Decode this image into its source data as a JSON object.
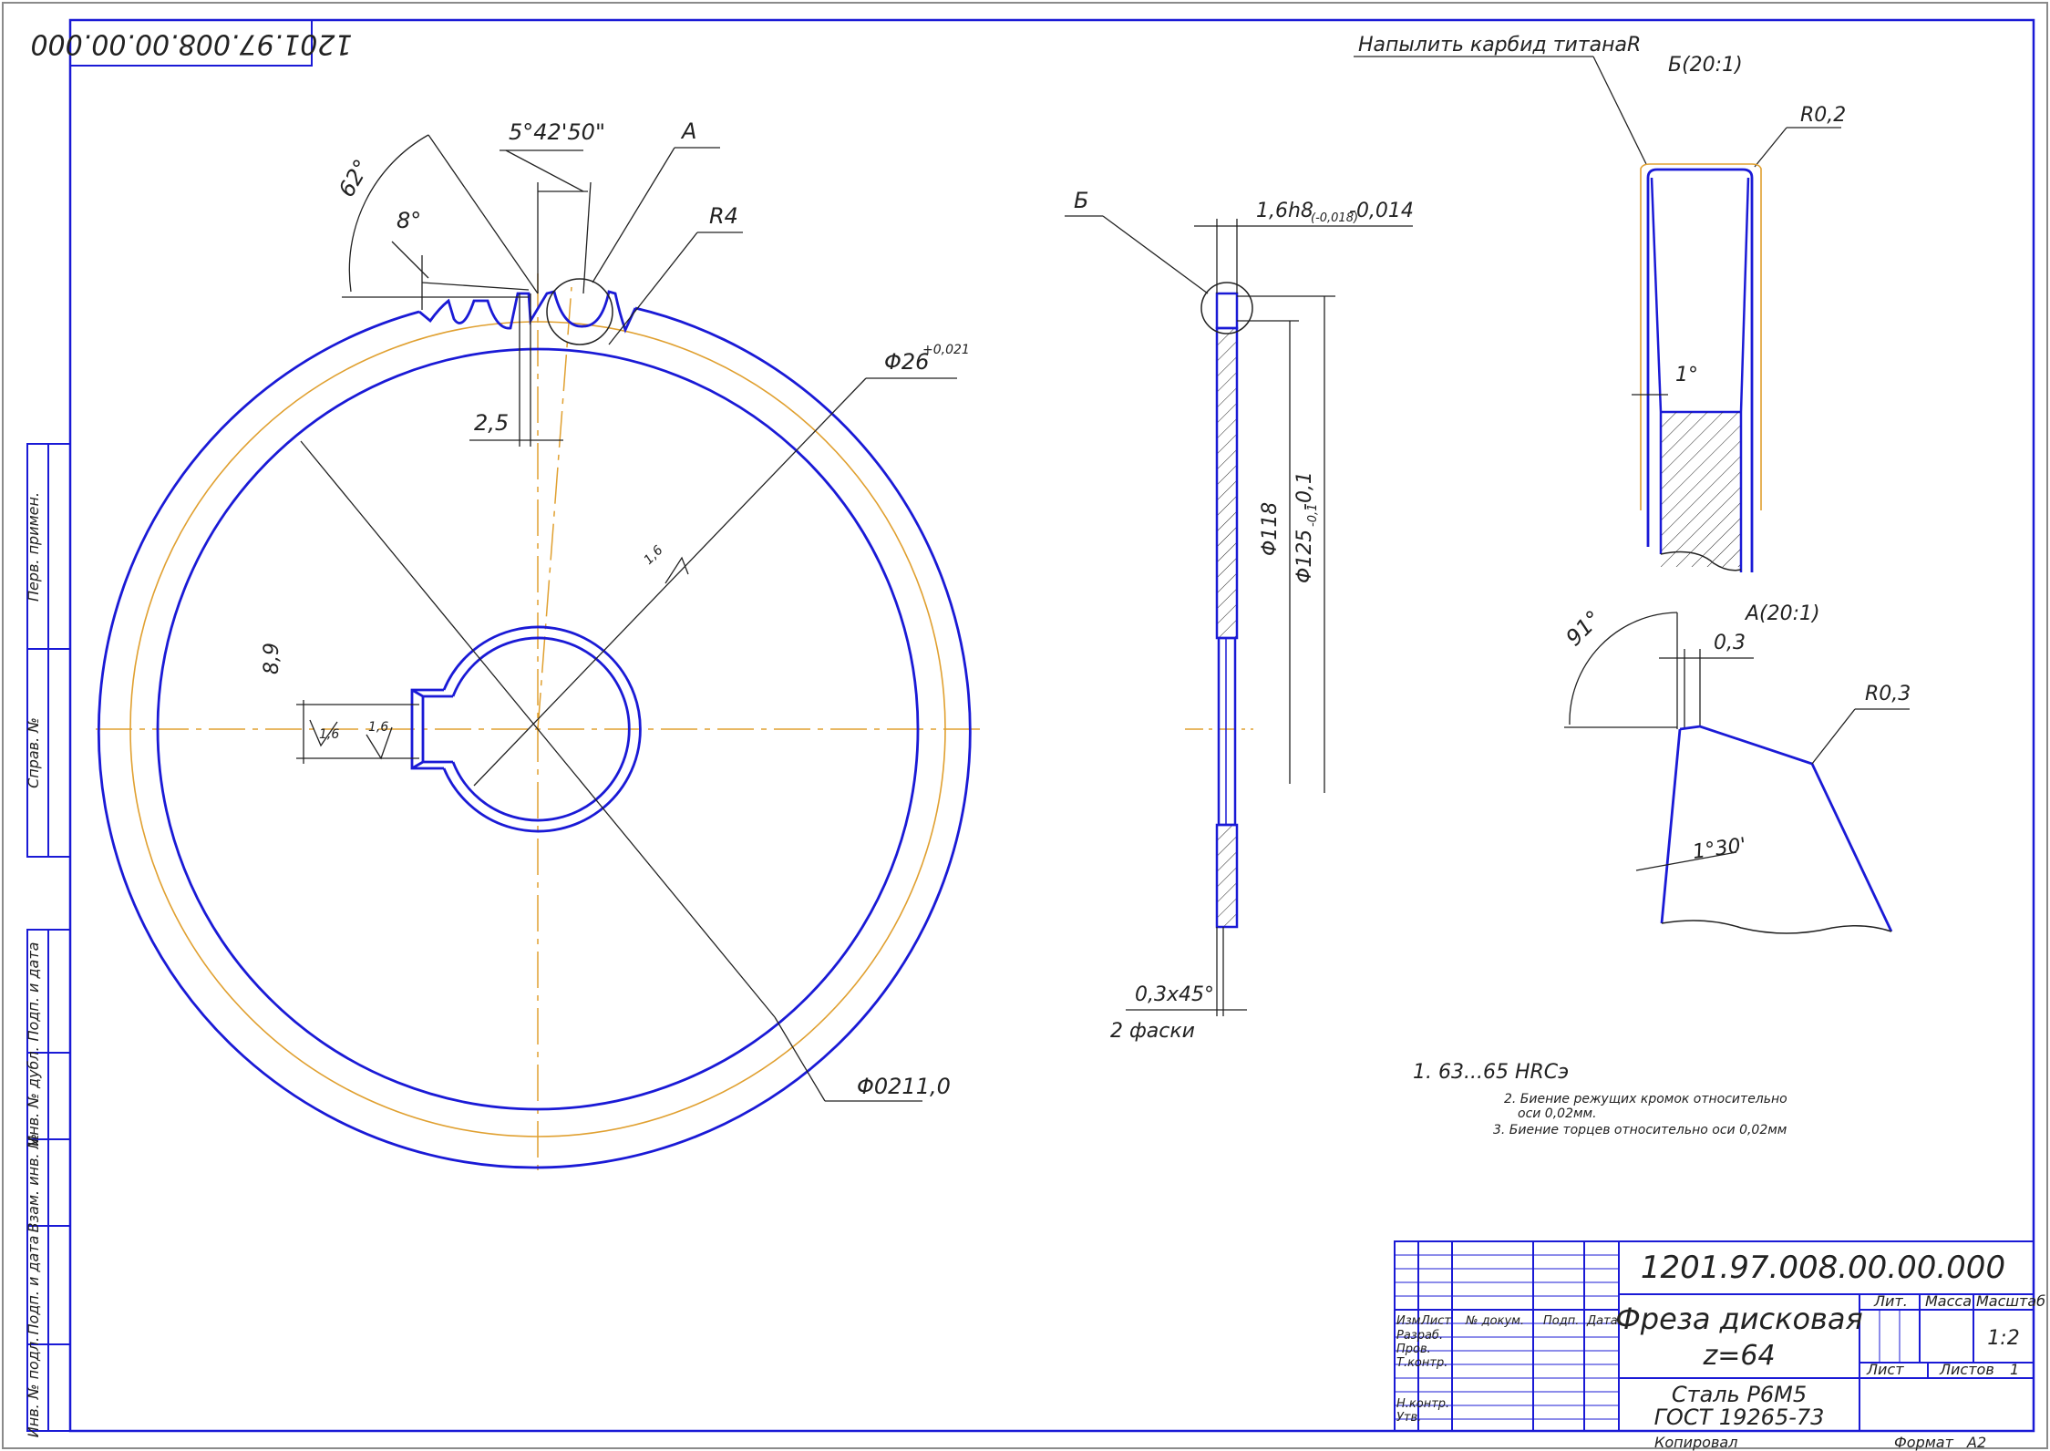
{
  "colors": {
    "outline": "#1a1ad6",
    "axis": "#e0a030",
    "dim": "#222222",
    "frame": "#1a1ad6"
  },
  "corner_code": "1201.97.008.00.00.000",
  "side_labels": [
    "Перв. примен.",
    "Справ. №",
    "Подп. и дата",
    "Инв. № дубл.",
    "Взам. инв. №",
    "Подп. и дата",
    "Инв. № подл."
  ],
  "main_view": {
    "angle_62": "62°",
    "angle_8": "8°",
    "angle_5": "5°42'50\"",
    "label_a": "A",
    "radius_r4": "R4",
    "dim_25": "2,5",
    "dim_26": "Φ26",
    "dim_26_tol": "+0,021",
    "rough_16": "1,6",
    "dim_89": "8,9",
    "rough_16b": "1,6",
    "rough_16c": "1,6",
    "dim_0211": "Φ0211,0"
  },
  "side_view": {
    "label_b": "Б",
    "dim_thickness": "1,6h8",
    "dim_thickness_tol": "(-0,018)",
    "dim_thickness_tol2": "-0,014",
    "dim_118": "Φ118",
    "dim_125": "Φ125",
    "dim_125_tol": "-0,1",
    "dim_125_tol2": "-0,1",
    "chamfer": "0,3x45°",
    "chamfer_count": "2 фаски"
  },
  "detail_b": {
    "coating_note": "Напылить карбид титанаR",
    "title": "Б(20:1)",
    "radius": "R0,2",
    "angle": "1°"
  },
  "detail_a": {
    "title": "A(20:1)",
    "angle_91": "91°",
    "dim_03": "0,3",
    "radius": "R0,3",
    "angle_130": "1°30'"
  },
  "notes": [
    "1. 63...65 HRCэ",
    "2. Биение режущих кромок относительно",
    "оси 0,02мм.",
    "3. Биение торцев относительно оси 0,02мм"
  ],
  "title_block": {
    "doc_number": "1201.97.008.00.00.000",
    "name_line1": "Фреза дисковая",
    "name_line2": "z=64",
    "material_line1": "Сталь Р6М5",
    "material_line2": "ГОСТ 19265-73",
    "col_izm": "Изм.",
    "col_list": "Лист",
    "col_doc": "№ докум.",
    "col_sign": "Подп.",
    "col_date": "Дата",
    "row_razrab": "Разраб.",
    "row_prov": "Пров.",
    "row_tkontr": "Т.контр.",
    "row_nkontr": "Н.контр.",
    "row_utv": "Утв.",
    "lit": "Лит.",
    "massa": "Масса",
    "masshtab": "Масштаб",
    "scale_value": "1:2",
    "sheet": "Лист",
    "sheets": "Листов",
    "sheets_count": "1",
    "copied": "Копировал",
    "format": "Формат",
    "format_value": "A2"
  }
}
